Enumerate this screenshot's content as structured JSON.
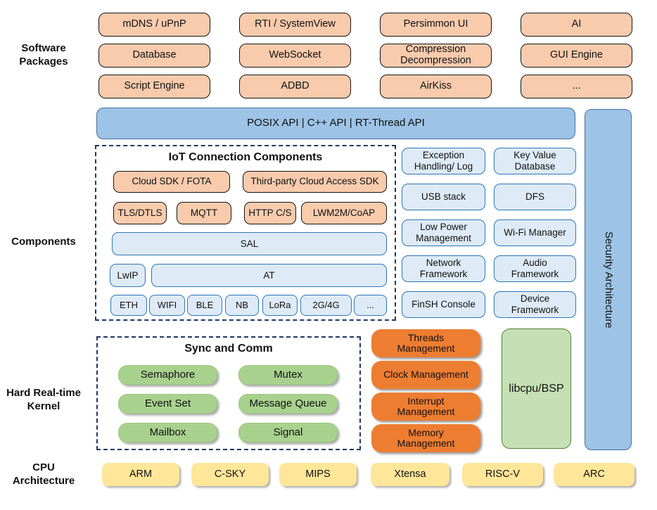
{
  "section_labels": {
    "software_packages": "Software\nPackages",
    "components": "Components",
    "kernel": "Hard Real-time\nKernel",
    "cpu": "CPU\nArchitecture"
  },
  "software_packages": {
    "items": [
      "mDNS / uPnP",
      "RTI / SystemView",
      "Persimmon UI",
      "AI",
      "Database",
      "WebSocket",
      "Compression\nDecompression",
      "GUI Engine",
      "Script Engine",
      "ADBD",
      "AirKiss",
      "..."
    ]
  },
  "api_bar": {
    "label": "POSIX API  |  C++ API  |  RT-Thread API"
  },
  "security_bar": {
    "label": "Security Architecture"
  },
  "iot": {
    "title": "IoT Connection Components",
    "cloud_sdk": "Cloud SDK / FOTA",
    "third_party_sdk": "Third-party Cloud Access SDK",
    "protocols": [
      "TLS/DTLS",
      "MQTT",
      "HTTP C/S",
      "LWM2M/CoAP"
    ],
    "sal": "SAL",
    "lwip": "LwIP",
    "at": "AT",
    "phy": [
      "ETH",
      "WIFI",
      "BLE",
      "NB",
      "LoRa",
      "2G/4G",
      "..."
    ]
  },
  "services": {
    "items": [
      "Exception\nHandling/ Log",
      "Key Value\nDatabase",
      "USB stack",
      "DFS",
      "Low Power\nManagement",
      "Wi-Fi Manager",
      "Network\nFramework",
      "Audio\nFramework",
      "FinSH Console",
      "Device\nFramework"
    ]
  },
  "kernel": {
    "sync_title": "Sync and Comm",
    "sync_items": [
      "Semaphore",
      "Mutex",
      "Event Set",
      "Message Queue",
      "Mailbox",
      "Signal"
    ],
    "mgmt_items": [
      "Threads\nManagement",
      "Clock Management",
      "Interrupt\nManagement",
      "Memory\nManagement"
    ],
    "libcpu": "libcpu/BSP"
  },
  "cpu_row": {
    "items": [
      "ARM",
      "C-SKY",
      "MIPS",
      "Xtensa",
      "RISC-V",
      "ARC"
    ]
  },
  "colors": {
    "peach": "#F8CBAD",
    "blue": "#9DC3E6",
    "light_blue": "#DEEBF7",
    "green": "#A9D18E",
    "light_green": "#C5E0B4",
    "orange": "#ED7D31",
    "yellow": "#FFE699",
    "dash_border": "#1F3864",
    "blue_border": "#2E75B6"
  }
}
